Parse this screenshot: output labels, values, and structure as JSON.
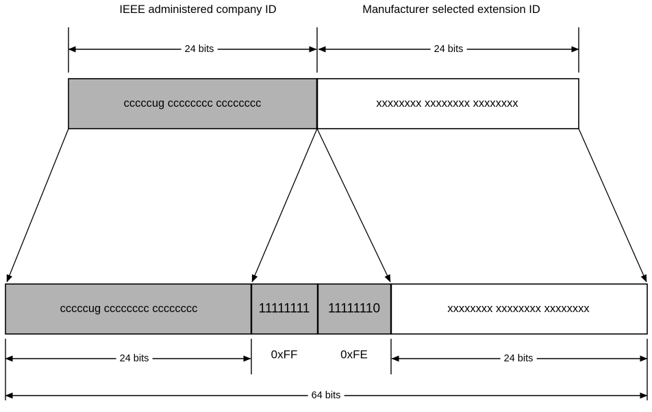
{
  "diagram": {
    "title_hint": "EUI-48 to EUI-64 address expansion",
    "colors": {
      "fill_gray": "#b3b3b3",
      "fill_white": "#ffffff",
      "stroke": "#000000"
    },
    "headers": [
      {
        "id": "company-id",
        "label": "IEEE administered company ID"
      },
      {
        "id": "extension-id",
        "label": "Manufacturer selected extension ID"
      }
    ],
    "top_dimensions": [
      {
        "id": "top-left-24",
        "label": "24 bits"
      },
      {
        "id": "top-right-24",
        "label": "24 bits"
      }
    ],
    "top_row": {
      "cells": [
        {
          "id": "top-company-bits",
          "label": "cccccug cccccccc cccccccc",
          "fill": "gray"
        },
        {
          "id": "top-extension-bits",
          "label": "xxxxxxxx xxxxxxxx xxxxxxxx",
          "fill": "white"
        }
      ]
    },
    "bottom_row": {
      "cells": [
        {
          "id": "bottom-company-bits",
          "label": "cccccug cccccccc cccccccc",
          "fill": "gray"
        },
        {
          "id": "bottom-ff-bits",
          "label": "11111111",
          "fill": "gray"
        },
        {
          "id": "bottom-fe-bits",
          "label": "11111110",
          "fill": "gray"
        },
        {
          "id": "bottom-extension-bits",
          "label": "xxxxxxxx xxxxxxxx xxxxxxxx",
          "fill": "white"
        }
      ]
    },
    "bottom_dimensions": [
      {
        "id": "bottom-left-24",
        "label": "24 bits"
      },
      {
        "id": "hex-ff",
        "label": "0xFF"
      },
      {
        "id": "hex-fe",
        "label": "0xFE"
      },
      {
        "id": "bottom-right-24",
        "label": "24 bits"
      },
      {
        "id": "total-64",
        "label": "64 bits"
      }
    ]
  }
}
